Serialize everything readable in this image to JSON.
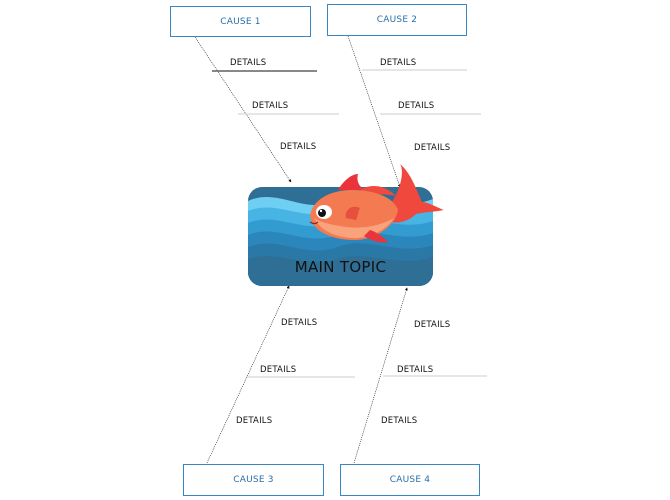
{
  "main_topic": {
    "label": "MAIN TOPIC"
  },
  "causes": [
    {
      "id": "cause-1",
      "label": "CAUSE 1"
    },
    {
      "id": "cause-2",
      "label": "CAUSE 2"
    },
    {
      "id": "cause-3",
      "label": "CAUSE 3"
    },
    {
      "id": "cause-4",
      "label": "CAUSE 4"
    }
  ],
  "details": {
    "cause_1": [
      "DETAILS",
      "DETAILS",
      "DETAILS"
    ],
    "cause_2": [
      "DETAILS",
      "DETAILS",
      "DETAILS"
    ],
    "cause_3": [
      "DETAILS",
      "DETAILS",
      "DETAILS"
    ],
    "cause_4": [
      "DETAILS",
      "DETAILS",
      "DETAILS"
    ]
  },
  "colors": {
    "box_border": "#3a86c0",
    "box_text": "#2a6fa8",
    "water_dark": "#2f6f95",
    "water_light": "#5ec4ee",
    "fish_body": "#f47a52",
    "fish_fin": "#e8343a"
  },
  "icons": {
    "mascot": "goldfish-icon"
  }
}
